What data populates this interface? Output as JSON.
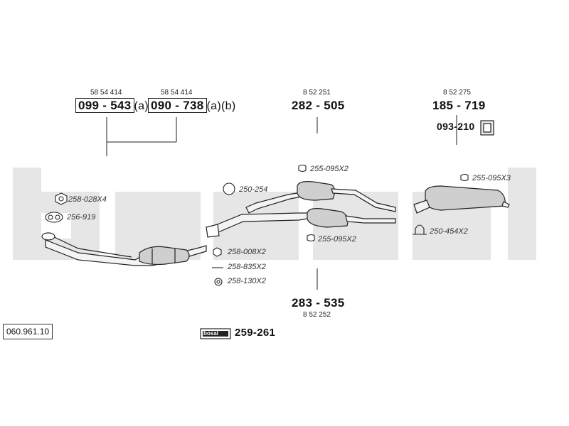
{
  "diagram_code": "060.961.10",
  "brand_badge": "bosal",
  "brand_part": "259-261",
  "groups": {
    "front_a": {
      "ref": "58 54 414",
      "part": "099 - 543",
      "suffix": "(a)"
    },
    "front_b": {
      "ref": "58 54 414",
      "part": "090 - 738",
      "suffix": "(a)(b)"
    },
    "middle_top": {
      "ref": "8 52 251",
      "part": "282 - 505"
    },
    "middle_bottom": {
      "ref": "8 52 252",
      "part": "283 - 535"
    },
    "rear": {
      "ref": "8 52 275",
      "part": "185 - 719"
    },
    "rear_bracket": {
      "part": "093-210"
    }
  },
  "accessories": [
    {
      "id": "nut",
      "label": "258-028X4"
    },
    {
      "id": "gasket",
      "label": "256-919"
    },
    {
      "id": "ring-clamp",
      "label": "250-254"
    },
    {
      "id": "clamp-top",
      "label": "255-095X2"
    },
    {
      "id": "clamp-bottom",
      "label": "255-095X2"
    },
    {
      "id": "clamp-rear",
      "label": "255-095X3"
    },
    {
      "id": "u-bolt",
      "label": "250-454X2"
    },
    {
      "id": "nut-small",
      "label": "258-008X2"
    },
    {
      "id": "bolt",
      "label": "258-835X2"
    },
    {
      "id": "washer",
      "label": "258-130X2"
    }
  ],
  "colors": {
    "watermark": "#e6e6e6",
    "line": "#222222",
    "part_fill": "#cfcfcf"
  }
}
